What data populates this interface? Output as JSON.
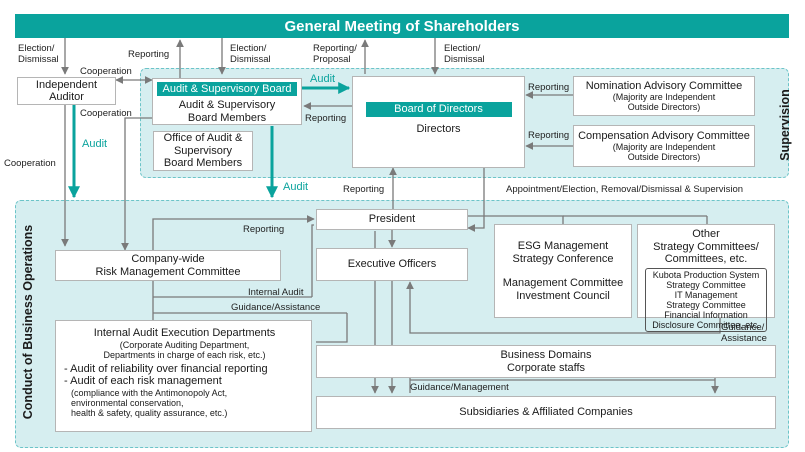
{
  "header": "General Meeting of Shareholders",
  "regions": {
    "supervision": "Supervision",
    "operations": "Conduct of Business Operations"
  },
  "boxes": {
    "independent_auditor": [
      "Independent",
      "Auditor"
    ],
    "asb_bar": "Audit & Supervisory Board",
    "asb_members": [
      "Audit & Supervisory",
      "Board Members"
    ],
    "office_asb": [
      "Office of Audit &",
      "Supervisory",
      "Board Members"
    ],
    "bod_bar": "Board of Directors",
    "directors": "Directors",
    "nomination": {
      "title": "Nomination Advisory Committee",
      "sub": [
        "(Majority are Independent",
        "Outside Directors)"
      ]
    },
    "compensation": {
      "title": "Compensation Advisory Committee",
      "sub": [
        "(Majority are Independent",
        "Outside Directors)"
      ]
    },
    "president": "President",
    "risk_committee": [
      "Company-wide",
      "Risk Management Committee"
    ],
    "executive_officers": "Executive Officers",
    "esg": [
      "ESG Management",
      "Strategy Conference",
      "",
      "Management Committee",
      "Investment Council"
    ],
    "other": {
      "title": [
        "Other",
        "Strategy Committees/",
        "Committees, etc."
      ],
      "items": [
        "Kubota Production System",
        "Strategy Committee",
        "IT Management",
        "Strategy Committee",
        "Financial Information",
        "Disclosure Committee, etc."
      ]
    },
    "internal_audit": {
      "title": "Internal Audit Execution Departments",
      "sub": [
        "(Corporate Auditing Department,",
        "Departments in charge of each risk, etc.)"
      ],
      "item1": "- Audit of reliability over financial reporting",
      "item2": "- Audit of each risk management",
      "item2_sub": [
        "(compliance with the Antimonopoly Act,",
        "environmental conservation,",
        "health & safety, quality assurance, etc.)"
      ]
    },
    "business_domains": [
      "Business Domains",
      "Corporate staffs"
    ],
    "subsidiaries": "Subsidiaries & Affiliated Companies"
  },
  "labels": {
    "election_dismissal_left": [
      "Election/",
      "Dismissal"
    ],
    "reporting_top": "Reporting",
    "election_dismissal_mid": [
      "Election/",
      "Dismissal"
    ],
    "reporting_proposal": [
      "Reporting/",
      "Proposal"
    ],
    "election_dismissal_right": [
      "Election/",
      "Dismissal"
    ],
    "cooperation_top": "Cooperation",
    "cooperation_mid": "Cooperation",
    "cooperation_left": "Cooperation",
    "audit_teal_right": "Audit",
    "audit_teal_left": "Audit",
    "audit_teal_bottom": "Audit",
    "reporting_bod_asb": "Reporting",
    "reporting_nom": "Reporting",
    "reporting_comp": "Reporting",
    "reporting_pres_bod": "Reporting",
    "appointment": "Appointment/Election, Removal/Dismissal & Supervision",
    "reporting_risk_pres": "Reporting",
    "internal_audit_lbl": "Internal Audit",
    "guidance_assistance": "Guidance/Assistance",
    "guidance_assistance_right": [
      "Guidance/",
      "Assistance"
    ],
    "guidance_management": "Guidance/Management"
  },
  "colors": {
    "teal": "#0aa39d",
    "region": "#d6eef0",
    "arrow": "#7a7a7a"
  }
}
